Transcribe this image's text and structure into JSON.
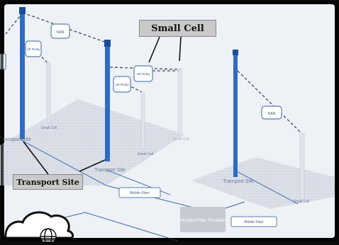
{
  "callouts": {
    "small_cell": "Small Cell",
    "transport_site": "Transport Site"
  },
  "diagram": {
    "site_labels": [
      "Transport Site",
      "Transport Site",
      "Transport Site"
    ],
    "small_cell_labels": [
      "Small Cell",
      "Small Cell",
      "Small Cell",
      "Small Cell"
    ],
    "relay_labels": [
      "UE Relay",
      "UE Relay",
      "UE Relay"
    ],
    "nlos_labels": [
      "NAN",
      "NAN"
    ],
    "fiber_labels": [
      "Mobile Fiber",
      "Mobile Fiber"
    ],
    "hosted_fiber_label": "Hosted Fiber Provider"
  },
  "colors": {
    "background": "#0b0b0b",
    "ground": "#eef1f5",
    "pole_blue": "#2f6bc4",
    "link_dark": "#3b4b66",
    "callout_bg": "#c9c9c9"
  },
  "icons": [
    "cloud-icon",
    "globe-icon"
  ]
}
